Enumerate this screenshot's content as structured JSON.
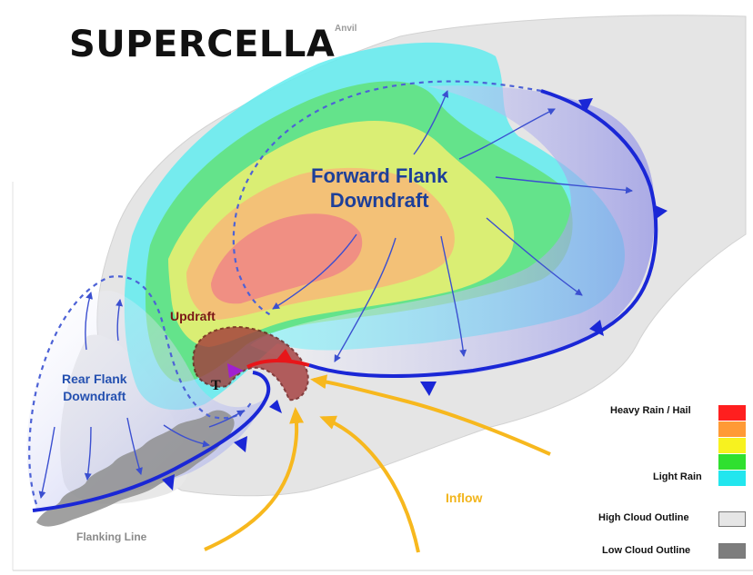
{
  "title": "SUPERCELLA",
  "labels": {
    "anvil": "Anvil",
    "forward_flank": [
      "Forward Flank",
      "Downdraft"
    ],
    "rear_flank": [
      "Rear Flank",
      "Downdraft"
    ],
    "updraft": "Updraft",
    "tornado_marker": "T",
    "inflow": "Inflow",
    "flanking_line": "Flanking Line"
  },
  "legend": {
    "heavy": "Heavy Rain / Hail",
    "light": "Light Rain",
    "high_cloud": "High Cloud Outline",
    "low_cloud": "Low Cloud Outline",
    "precip_colors": [
      "#ff1f1f",
      "#ff9a35",
      "#f7f21f",
      "#2fe02f",
      "#22e6ee"
    ],
    "high_cloud_color": "#e6e6e6",
    "low_cloud_color": "#7d7d7d"
  },
  "colors": {
    "front": "#1a27d6",
    "warm_front": "#e8161a",
    "inflow_arrow": "#f7b81e",
    "outflow_arrow": "#3b4fd0"
  }
}
